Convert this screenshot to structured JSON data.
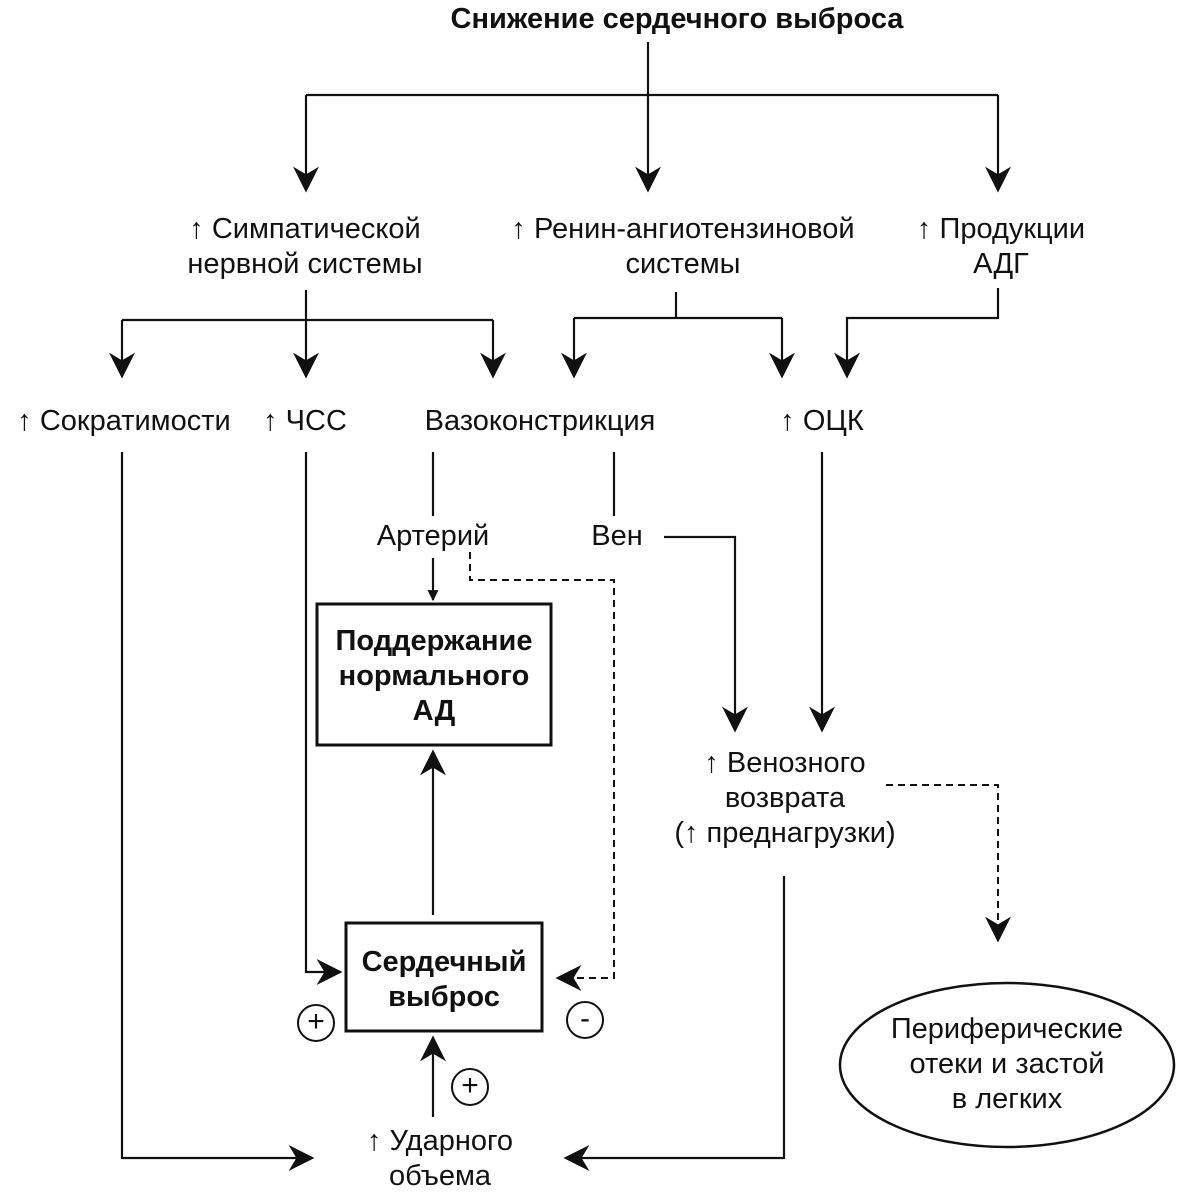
{
  "title": "Снижение сердечного выброса",
  "level1": {
    "sympathetic": "↑ Симпатической\nнервной системы",
    "raas": "↑ Ренин-ангиотензиновой\nсистемы",
    "adh": "↑ Продукции\nАДГ"
  },
  "level2": {
    "contractility": "↑ Сократимости",
    "hr": "↑ ЧСС",
    "vasoconstriction": "Вазоконстрикция",
    "bcv": "↑ ОЦК"
  },
  "level3": {
    "arteries": "Артерий",
    "veins": "Вен"
  },
  "boxes": {
    "bp": "Поддержание\nнормального\nАД",
    "cardiac_output": "Сердечный\nвыброс"
  },
  "venous_return": "↑ Венозного\nвозврата\n(↑ преднагрузки)",
  "stroke_volume": "↑ Ударного\nобъема",
  "edema": "Периферические\nотеки и застой\nв легких",
  "signs": {
    "plus_left": "+",
    "plus_bottom": "+",
    "minus_right": "-"
  }
}
